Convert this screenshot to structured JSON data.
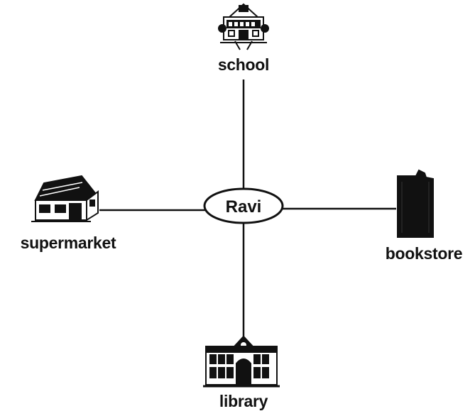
{
  "center": {
    "label": "Ravi"
  },
  "nodes": {
    "school": {
      "label": "school",
      "icon": "school-building-icon"
    },
    "supermarket": {
      "label": "supermarket",
      "icon": "house-store-icon"
    },
    "bookstore": {
      "label": "bookstore",
      "icon": "tall-building-icon"
    },
    "library": {
      "label": "library",
      "icon": "library-building-icon"
    }
  },
  "colors": {
    "ink": "#111111",
    "background": "#ffffff"
  }
}
